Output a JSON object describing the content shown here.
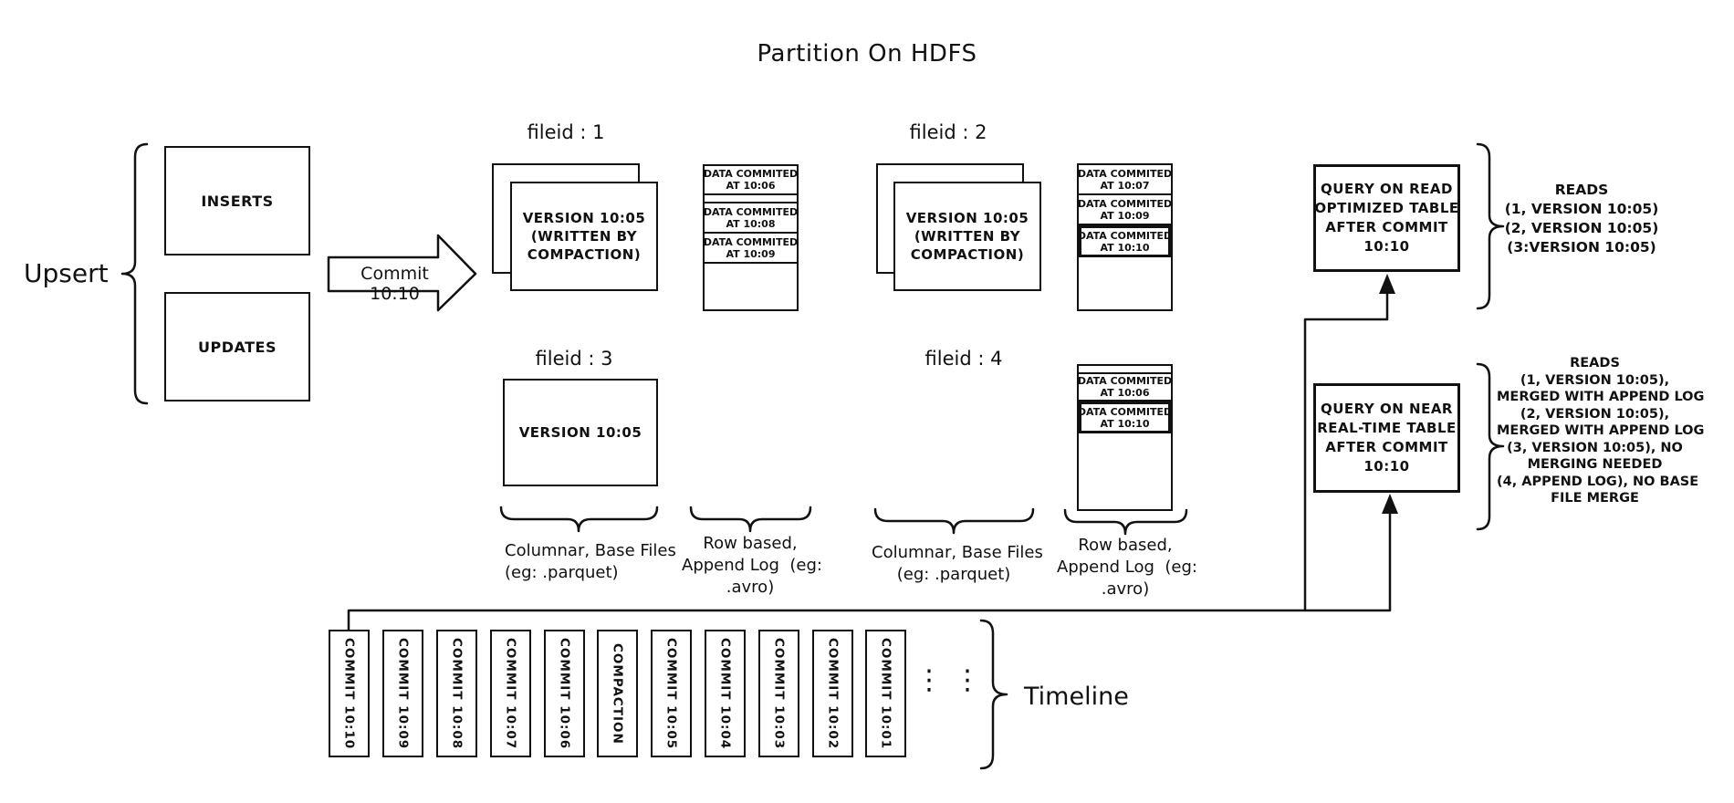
{
  "title": "Partition On HDFS",
  "colors": {
    "ink": "#111111",
    "background": "#ffffff"
  },
  "upsert": {
    "label": "Upsert",
    "sources": [
      {
        "label": "INSERTS"
      },
      {
        "label": "UPDATES"
      }
    ],
    "arrow_label": "Commit 10:10"
  },
  "files": {
    "f1": {
      "label": "fileid : 1",
      "base_lines": [
        "VERSION 10:05",
        "(WRITTEN BY",
        "COMPACTION)"
      ],
      "log": [
        [
          "DATA COMMITED",
          "AT 10:06"
        ],
        [
          "DATA COMMITED",
          "AT 10:08"
        ],
        [
          "DATA COMMITED",
          "AT 10:09"
        ]
      ]
    },
    "f2": {
      "label": "fileid : 2",
      "base_lines": [
        "VERSION 10:05",
        "(WRITTEN BY",
        "COMPACTION)"
      ],
      "log": [
        [
          "DATA COMMITED",
          "AT 10:07"
        ],
        [
          "DATA COMMITED",
          "AT 10:09"
        ],
        [
          "DATA COMMITED",
          "AT 10:10"
        ]
      ]
    },
    "f3": {
      "label": "fileid : 3",
      "base_lines": [
        "VERSION 10:05"
      ]
    },
    "f4": {
      "label": "fileid : 4",
      "log": [
        [
          "DATA COMMITED",
          "AT 10:06"
        ],
        [
          "DATA COMMITED",
          "AT 10:10"
        ]
      ]
    }
  },
  "labels": {
    "base_files": [
      "Columnar, Base Files",
      "(eg: .parquet)"
    ],
    "append_log": [
      "Row based,",
      "Append Log  (eg:",
      ".avro)"
    ]
  },
  "queries": {
    "read_optimized": {
      "box_lines": [
        "QUERY ON READ",
        "OPTIMIZED TABLE",
        "AFTER COMMIT",
        "10:10"
      ],
      "result_lines": [
        "READS",
        "(1, VERSION 10:05)",
        "(2, VERSION 10:05)",
        "(3:VERSION 10:05)"
      ]
    },
    "near_real_time": {
      "box_lines": [
        "QUERY ON NEAR",
        "REAL-TIME TABLE",
        "AFTER COMMIT",
        "10:10"
      ],
      "result_lines": [
        "READS",
        "(1, VERSION 10:05),",
        "MERGED WITH APPEND LOG",
        "(2, VERSION 10:05),",
        "MERGED WITH APPEND LOG",
        "(3, VERSION 10:05), NO",
        "MERGING NEEDED",
        "(4, APPEND LOG), NO BASE",
        "FILE MERGE"
      ]
    }
  },
  "timeline": {
    "label": "Timeline",
    "ellipsis": "⋮",
    "items": [
      "COMMIT 10:10",
      "COMMIT 10:09",
      "COMMIT 10:08",
      "COMMIT 10:07",
      "COMMIT 10:06",
      "COMPACTION",
      "COMMIT 10:05",
      "COMMIT 10:04",
      "COMMIT 10:03",
      "COMMIT 10:02",
      "COMMIT 10:01"
    ]
  }
}
